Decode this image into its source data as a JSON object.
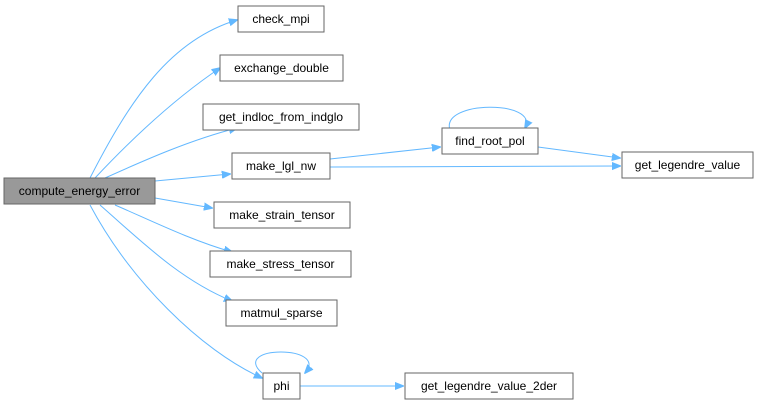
{
  "colors": {
    "edge": "#63b8ff",
    "node_border": "#666666",
    "node_fill": "#ffffff",
    "root_fill": "#999999",
    "root_border": "#666666"
  },
  "nodes": {
    "compute_energy_error": "compute_energy_error",
    "check_mpi": "check_mpi",
    "exchange_double": "exchange_double",
    "get_indloc_from_indglo": "get_indloc_from_indglo",
    "make_lgl_nw": "make_lgl_nw",
    "find_root_pol": "find_root_pol",
    "get_legendre_value": "get_legendre_value",
    "make_strain_tensor": "make_strain_tensor",
    "make_stress_tensor": "make_stress_tensor",
    "matmul_sparse": "matmul_sparse",
    "phi": "phi",
    "get_legendre_value_2der": "get_legendre_value_2der"
  }
}
